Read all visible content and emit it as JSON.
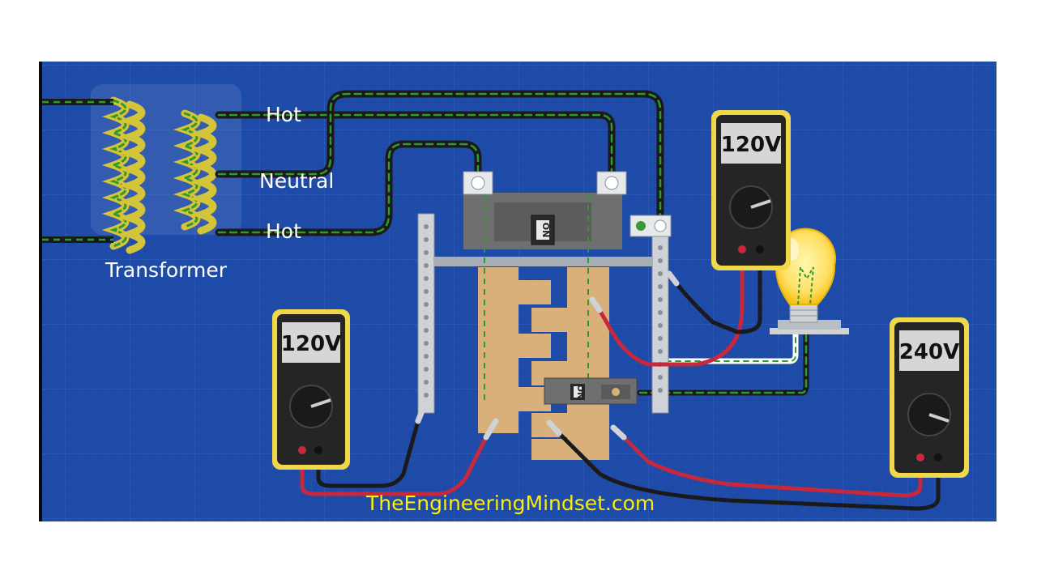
{
  "labels": {
    "hot_top": "Hot",
    "neutral": "Neutral",
    "hot_bottom": "Hot",
    "transformer": "Transformer"
  },
  "meters": {
    "left": "120V",
    "top_right": "120V",
    "right": "240V"
  },
  "breaker": {
    "main_label": "ON",
    "branch_label": "ON"
  },
  "watermark": "TheEngineeringMindset.com",
  "colors": {
    "blueprint": "#1e4aa8",
    "wire_black": "#1a1a1a",
    "wire_green": "#2e9b2e",
    "neutral_white": "#e8e8e8",
    "busbar": "#d9b07a",
    "meter_body": "#f1d84a",
    "probe_red": "#c8283c",
    "bulb": "#ffe066",
    "brand_yellow": "#ffee00"
  },
  "icons": [
    "transformer-coil-icon",
    "breaker-panel-icon",
    "multimeter-icon",
    "light-bulb-icon"
  ]
}
